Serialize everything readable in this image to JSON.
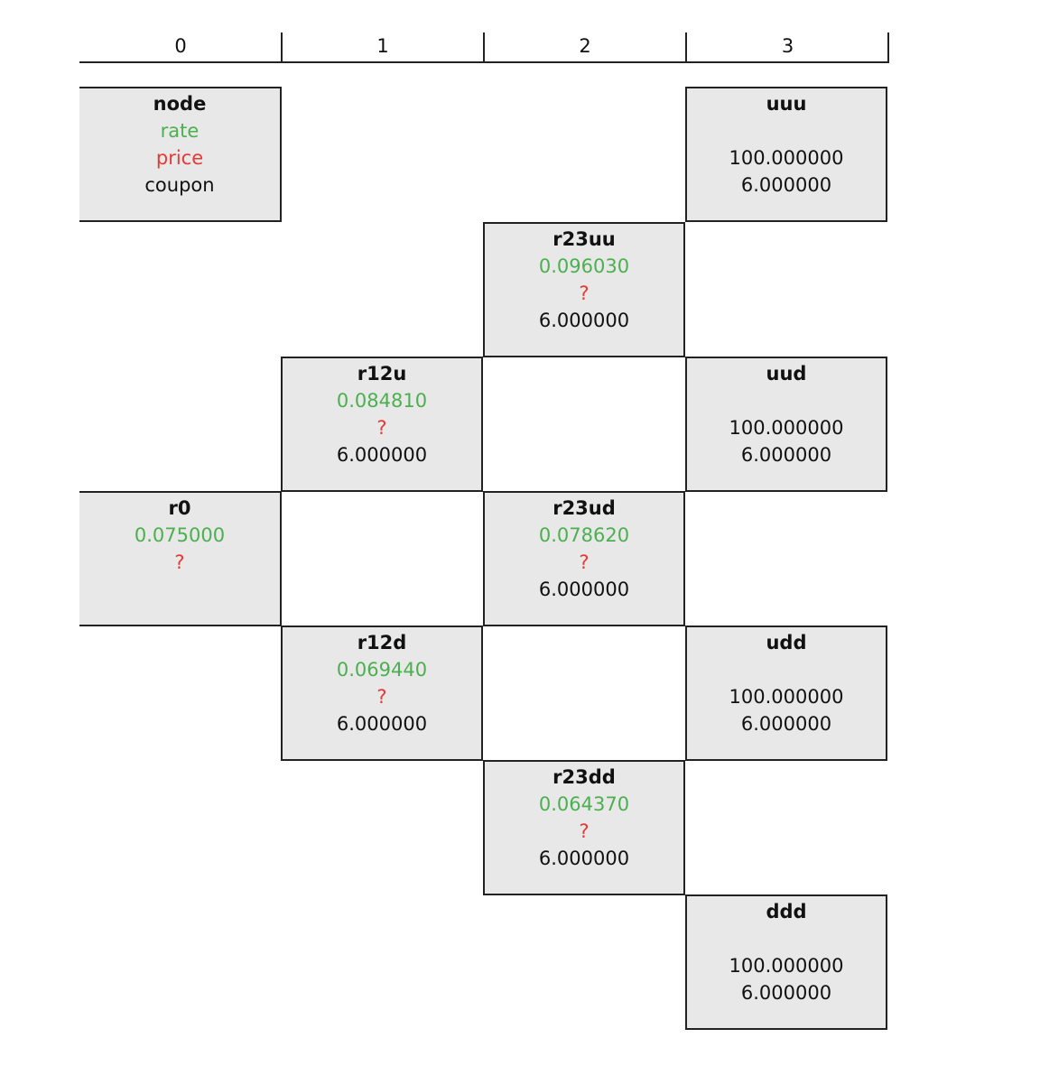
{
  "columns": [
    "0",
    "1",
    "2",
    "3"
  ],
  "legend": {
    "node": "node",
    "rate": "rate",
    "price": "price",
    "coupon": "coupon"
  },
  "nodes": {
    "r0": {
      "name": "r0",
      "rate": "0.075000",
      "price": "?",
      "coupon": ""
    },
    "r12u": {
      "name": "r12u",
      "rate": "0.084810",
      "price": "?",
      "coupon": "6.000000"
    },
    "r12d": {
      "name": "r12d",
      "rate": "0.069440",
      "price": "?",
      "coupon": "6.000000"
    },
    "r23uu": {
      "name": "r23uu",
      "rate": "0.096030",
      "price": "?",
      "coupon": "6.000000"
    },
    "r23ud": {
      "name": "r23ud",
      "rate": "0.078620",
      "price": "?",
      "coupon": "6.000000"
    },
    "r23dd": {
      "name": "r23dd",
      "rate": "0.064370",
      "price": "?",
      "coupon": "6.000000"
    },
    "uuu": {
      "name": "uuu",
      "rate": "",
      "price": "100.000000",
      "coupon": "6.000000"
    },
    "uud": {
      "name": "uud",
      "rate": "",
      "price": "100.000000",
      "coupon": "6.000000"
    },
    "udd": {
      "name": "udd",
      "rate": "",
      "price": "100.000000",
      "coupon": "6.000000"
    },
    "ddd": {
      "name": "ddd",
      "rate": "",
      "price": "100.000000",
      "coupon": "6.000000"
    }
  },
  "colors": {
    "rate": "#4caf50",
    "price": "#e53935",
    "cell_fill": "#e8e8e8",
    "border": "#222222"
  }
}
